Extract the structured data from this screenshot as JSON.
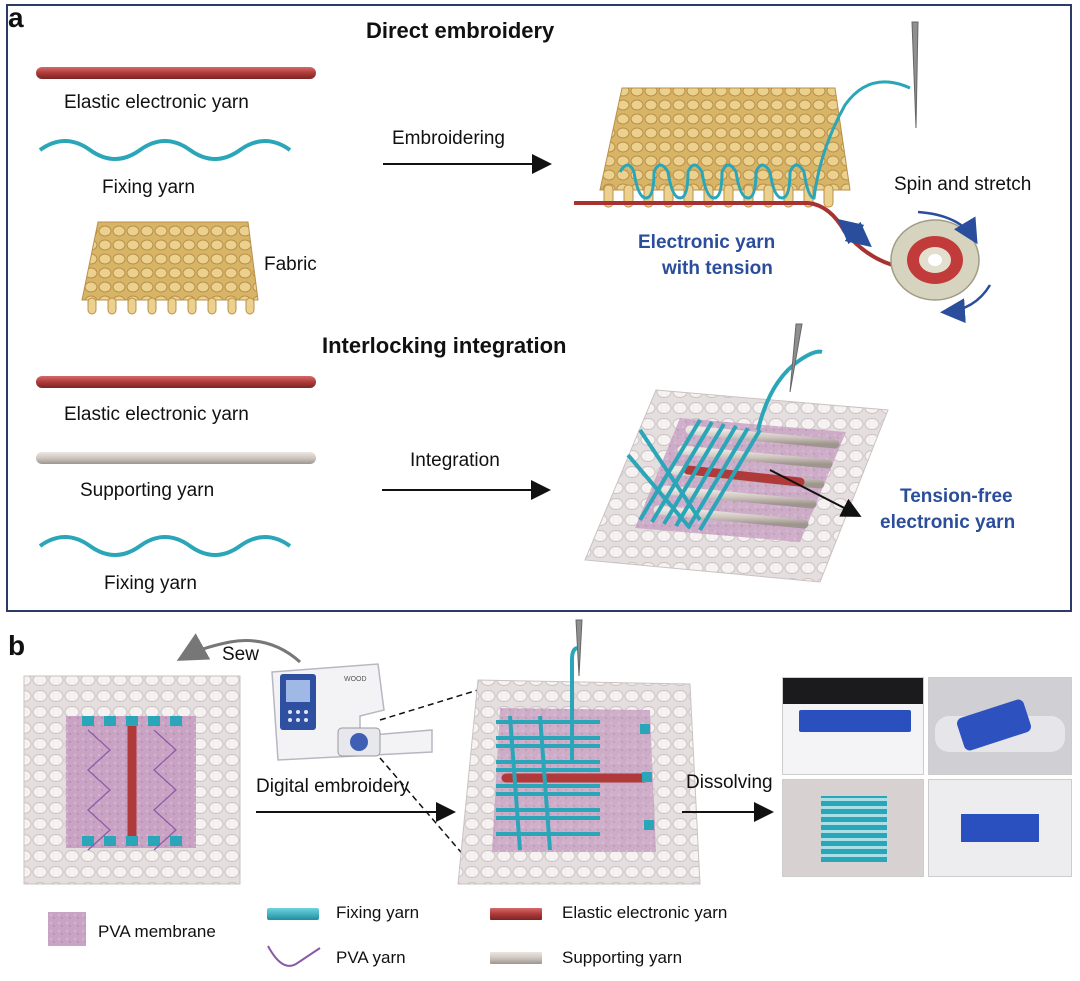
{
  "panel_a": {
    "letter": "a",
    "direct_title": "Direct embroidery",
    "interlock_title": "Interlocking integration",
    "top_list": {
      "elastic": "Elastic electronic yarn",
      "fixing": "Fixing yarn",
      "fabric": "Fabric"
    },
    "embroidering_label": "Embroidering",
    "spin_label": "Spin and stretch",
    "tension_label_1": "Electronic yarn",
    "tension_label_2": "with tension",
    "bottom_list": {
      "elastic": "Elastic electronic yarn",
      "supporting": "Supporting yarn",
      "fixing": "Fixing yarn"
    },
    "integration_label": "Integration",
    "tension_free_1": "Tension-free",
    "tension_free_2": "electronic yarn"
  },
  "panel_b": {
    "letter": "b",
    "sew_label": "Sew",
    "machine_brand": "WOOD",
    "digital_label": "Digital embroidery",
    "dissolving_label": "Dissolving"
  },
  "legend": {
    "pva_membrane": "PVA membrane",
    "pva_yarn": "PVA yarn",
    "fixing_yarn": "Fixing yarn",
    "supporting_yarn": "Supporting yarn",
    "elastic_yarn": "Elastic electronic yarn"
  },
  "colors": {
    "elastic": "#b03a3a",
    "fixing": "#2aa6b8",
    "supporting": "#cfc6c0",
    "fabric": "#e2c27a",
    "pva": "#c9a3c4",
    "accent_blue": "#2a4d9c"
  }
}
